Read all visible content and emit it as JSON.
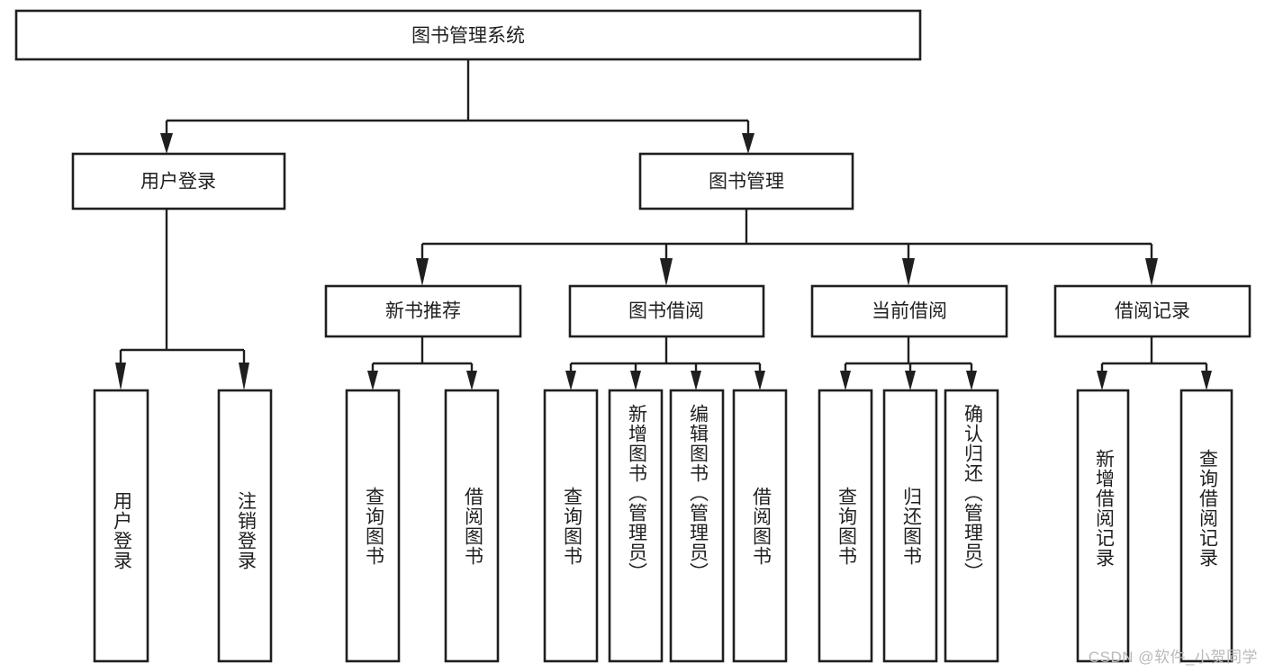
{
  "diagram": {
    "type": "tree",
    "title": "图书管理系统",
    "colors": {
      "box_border": "#1f1f1f",
      "box_fill": "#ffffff",
      "connector": "#1f1f1f",
      "background": "#ffffff",
      "watermark": "#b9b9b9"
    },
    "levels": {
      "level0": {
        "label": "图书管理系统"
      },
      "level1": [
        {
          "label": "用户登录"
        },
        {
          "label": "图书管理"
        }
      ],
      "level2": [
        {
          "label": "新书推荐",
          "parent": "图书管理"
        },
        {
          "label": "图书借阅",
          "parent": "图书管理"
        },
        {
          "label": "当前借阅",
          "parent": "图书管理"
        },
        {
          "label": "借阅记录",
          "parent": "图书管理"
        }
      ],
      "level3": [
        {
          "label": "用户登录",
          "parent": "用户登录"
        },
        {
          "label": "注销登录",
          "parent": "用户登录"
        },
        {
          "label": "查询图书",
          "parent": "新书推荐"
        },
        {
          "label": "借阅图书",
          "parent": "新书推荐"
        },
        {
          "label": "查询图书",
          "parent": "图书借阅"
        },
        {
          "label": "新增图书（管理员）",
          "parent": "图书借阅"
        },
        {
          "label": "编辑图书（管理员）",
          "parent": "图书借阅"
        },
        {
          "label": "借阅图书",
          "parent": "图书借阅"
        },
        {
          "label": "查询图书",
          "parent": "当前借阅"
        },
        {
          "label": "归还图书",
          "parent": "当前借阅"
        },
        {
          "label": "确认归还（管理员）",
          "parent": "当前借阅"
        },
        {
          "label": "新增借阅记录",
          "parent": "借阅记录"
        },
        {
          "label": "查询借阅记录",
          "parent": "借阅记录"
        }
      ]
    },
    "nodes": {
      "root": "图书管理系统",
      "user_login": "用户登录",
      "book_manage": "图书管理",
      "new_book_rec": "新书推荐",
      "book_borrow": "图书借阅",
      "current_borrow": "当前借阅",
      "borrow_record": "借阅记录",
      "leaf_user_login": "用户登录",
      "leaf_logout": "注销登录",
      "leaf_query_book_1": "查询图书",
      "leaf_borrow_book_1": "借阅图书",
      "leaf_query_book_2": "查询图书",
      "leaf_add_book_admin": "新增图书（管理员）",
      "leaf_edit_book_admin": "编辑图书（管理员）",
      "leaf_borrow_book_2": "借阅图书",
      "leaf_query_book_3": "查询图书",
      "leaf_return_book": "归还图书",
      "leaf_confirm_return_admin": "确认归还（管理员）",
      "leaf_add_record": "新增借阅记录",
      "leaf_query_record": "查询借阅记录"
    }
  },
  "watermark": {
    "text": "CSDN @软件_小贺同学"
  }
}
